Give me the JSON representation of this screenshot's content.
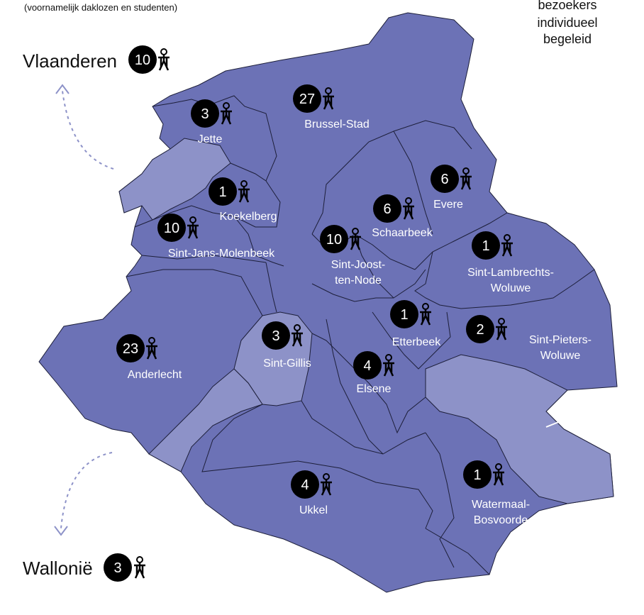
{
  "top_note": "(voornamelijk daklozen en studenten)",
  "legend": {
    "lines": [
      "bezoekers",
      "individueel",
      "begeleid"
    ]
  },
  "colors": {
    "region": "#6c72b6",
    "region_light": "#8d92c8",
    "border": "#1d1f3a",
    "badge": "#000000",
    "arrow": "#8d92c8"
  },
  "icon": "person-icon",
  "outside": [
    {
      "label": "Vlaanderen",
      "count": "10"
    },
    {
      "label": "Wallonië",
      "count": "3"
    }
  ],
  "municipalities": [
    {
      "name": "Brussel-Stad",
      "lines": [
        "Brussel-Stad"
      ],
      "count": "27"
    },
    {
      "name": "Jette",
      "lines": [
        "Jette"
      ],
      "count": "3"
    },
    {
      "name": "Koekelberg",
      "lines": [
        "Koekelberg"
      ],
      "count": "1"
    },
    {
      "name": "Sint-Jans-Molenbeek",
      "lines": [
        "Sint-Jans-Molenbeek"
      ],
      "count": "10"
    },
    {
      "name": "Schaarbeek",
      "lines": [
        "Schaarbeek"
      ],
      "count": "6"
    },
    {
      "name": "Evere",
      "lines": [
        "Evere"
      ],
      "count": "6"
    },
    {
      "name": "Sint-Joost-ten-Node",
      "lines": [
        "Sint-Joost-",
        "ten-Node"
      ],
      "count": "10"
    },
    {
      "name": "Sint-Lambrechts-Woluwe",
      "lines": [
        "Sint-Lambrechts-",
        "Woluwe"
      ],
      "count": "1"
    },
    {
      "name": "Etterbeek",
      "lines": [
        "Etterbeek"
      ],
      "count": "1"
    },
    {
      "name": "Sint-Pieters-Woluwe",
      "lines": [
        "Sint-Pieters-",
        "Woluwe"
      ],
      "count": "2"
    },
    {
      "name": "Sint-Gillis",
      "lines": [
        "Sint-Gillis"
      ],
      "count": "3"
    },
    {
      "name": "Elsene",
      "lines": [
        "Elsene"
      ],
      "count": "4"
    },
    {
      "name": "Anderlecht",
      "lines": [
        "Anderlecht"
      ],
      "count": "23"
    },
    {
      "name": "Ukkel",
      "lines": [
        "Ukkel"
      ],
      "count": "4"
    },
    {
      "name": "Watermaal-Bosvoorde",
      "lines": [
        "Watermaal-",
        "Bosvoorde"
      ],
      "count": "1"
    }
  ]
}
